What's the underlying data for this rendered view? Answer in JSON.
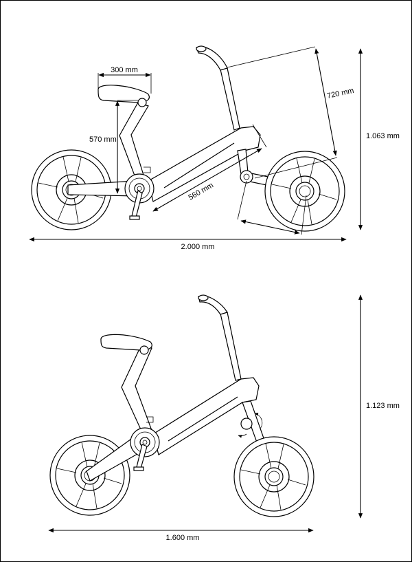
{
  "top_view": {
    "saddle_length": "300 mm",
    "seat_height": "570 mm",
    "frame_length": "560 mm",
    "handlebar_reach": "720 mm",
    "total_height": "1.063 mm",
    "total_length": "2.000 mm"
  },
  "bottom_view": {
    "total_height": "1.123 mm",
    "total_length": "1.600 mm"
  }
}
